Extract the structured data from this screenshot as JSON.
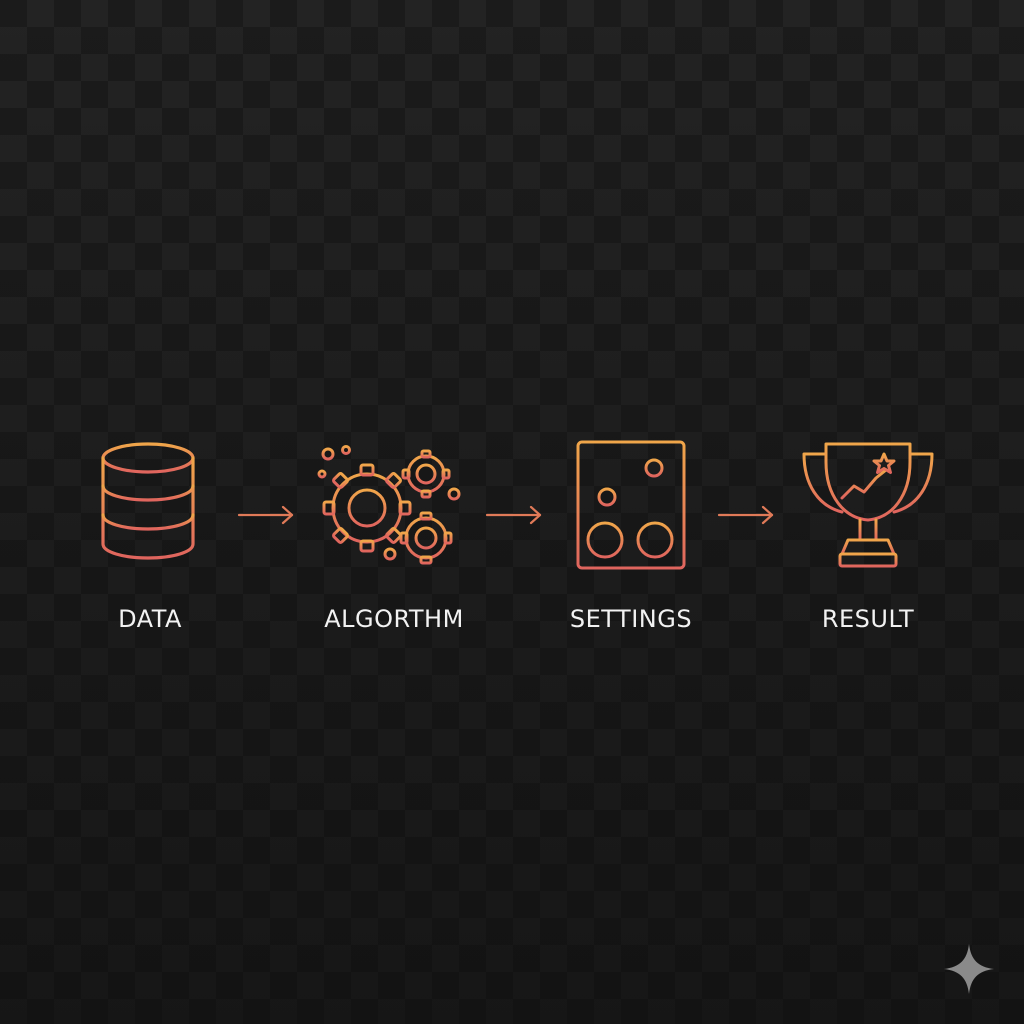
{
  "diagram": {
    "steps": [
      {
        "label": "DATA",
        "icon": "database-icon"
      },
      {
        "label": "ALGORTHM",
        "icon": "gears-icon"
      },
      {
        "label": "SETTINGS",
        "icon": "settings-panel-icon"
      },
      {
        "label": "RESULT",
        "icon": "trophy-chart-icon"
      }
    ],
    "arrows": [
      "arrow-right-icon",
      "arrow-right-icon",
      "arrow-right-icon"
    ]
  },
  "colors": {
    "background": "#171717",
    "accent_top": "#f0a24a",
    "accent_bottom": "#e0675f",
    "label_text": "#f2f2f2"
  }
}
